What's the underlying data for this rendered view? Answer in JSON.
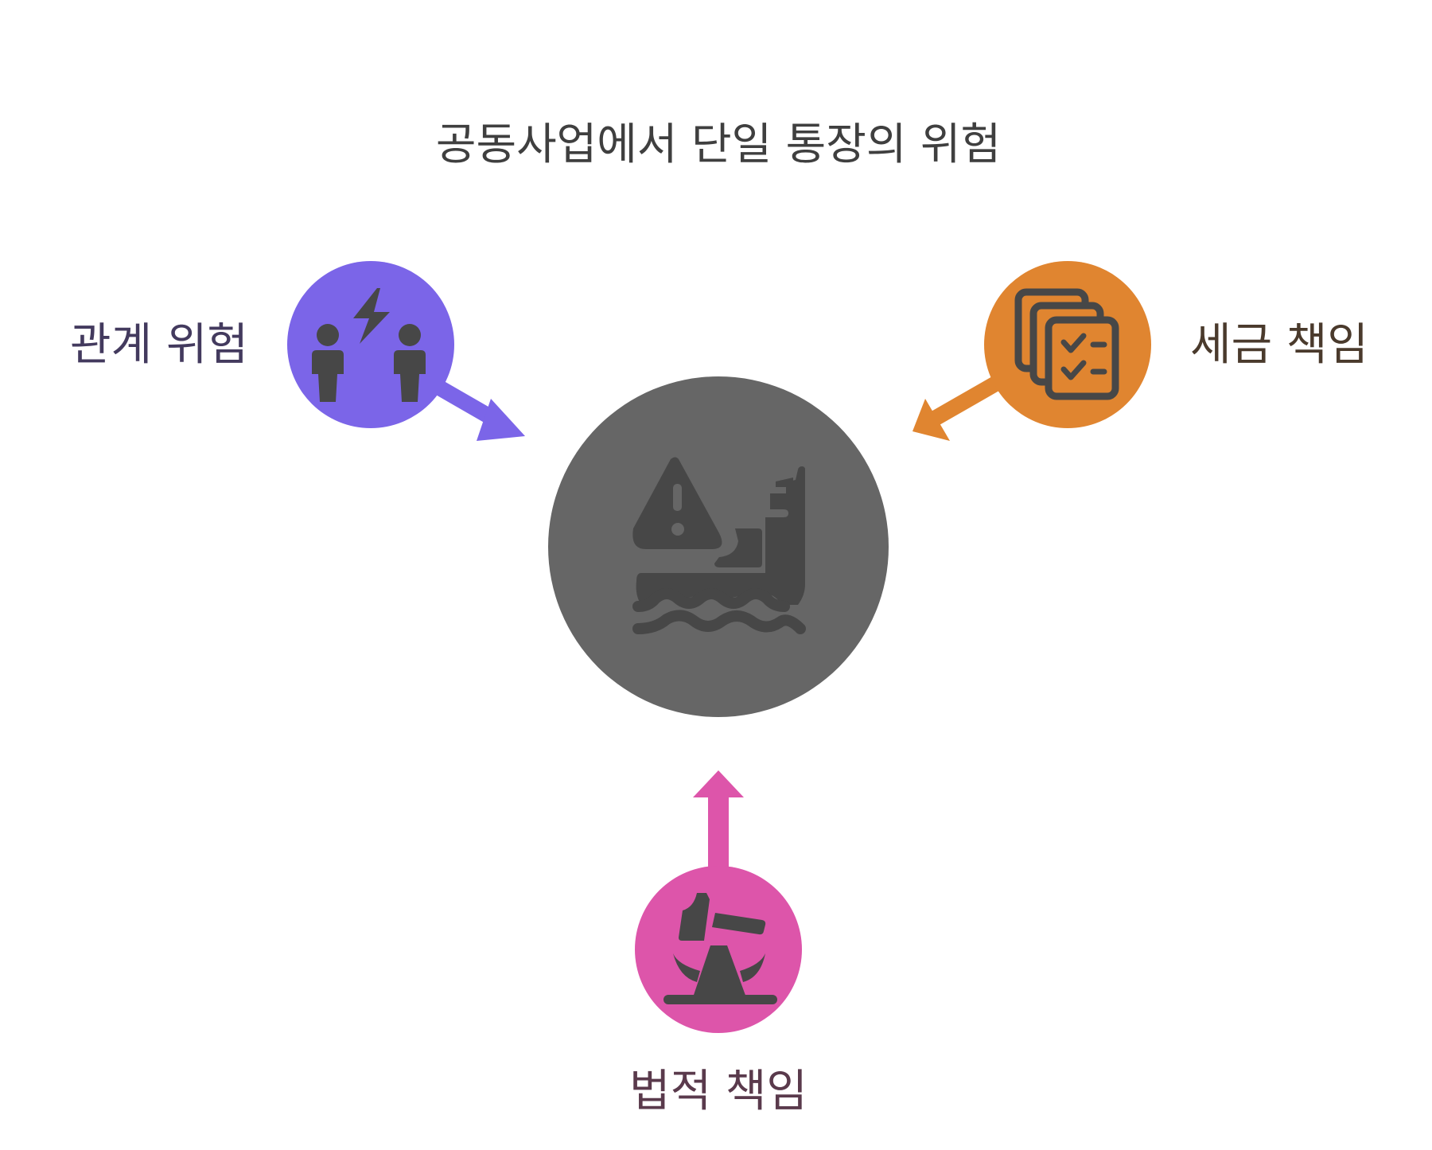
{
  "title": "공동사업에서 단일 통장의 위험",
  "colors": {
    "center": "#666666",
    "relationship": "#7B65E8",
    "tax": "#E08530",
    "legal": "#DD55AA",
    "icon": "#474747",
    "title_text": "#3f3f3f",
    "relationship_text": "#433a5e",
    "tax_text": "#4a3a2c",
    "legal_text": "#5a3a4c"
  },
  "center": {
    "icon": "sinking-ship-warning-icon"
  },
  "risks": {
    "relationship": {
      "label": "관계 위험",
      "icon": "people-conflict-icon"
    },
    "tax": {
      "label": "세금 책임",
      "icon": "checklist-documents-icon"
    },
    "legal": {
      "label": "법적 책임",
      "icon": "oil-pump-jack-icon"
    }
  }
}
